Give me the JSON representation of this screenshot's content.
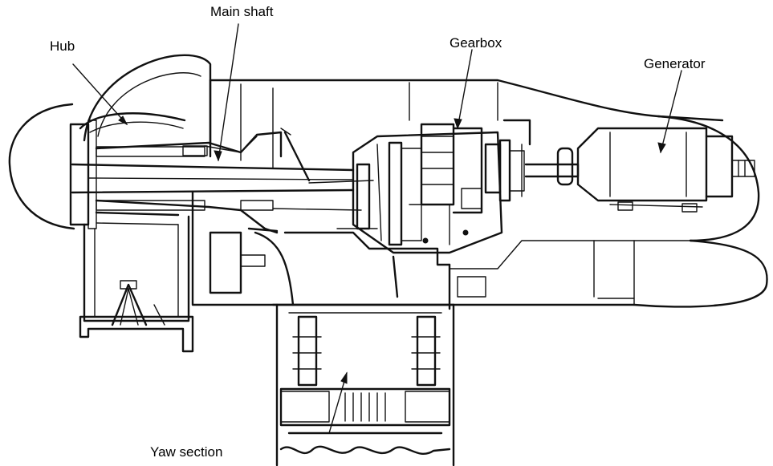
{
  "labels": {
    "hub": "Hub",
    "main_shaft": "Main shaft",
    "gearbox": "Gearbox",
    "generator": "Generator",
    "yaw_section": "Yaw section"
  },
  "colors": {
    "ink": "#111111",
    "background": "#ffffff"
  }
}
